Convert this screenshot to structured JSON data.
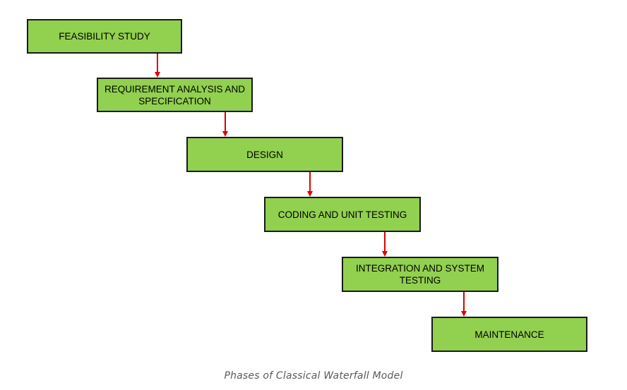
{
  "diagram": {
    "box_fill": "#92D050",
    "box_border": "#1A1A1A",
    "arrow_color": "#E00000",
    "phases": [
      {
        "label": "FEASIBILITY STUDY"
      },
      {
        "label": "REQUIREMENT ANALYSIS AND SPECIFICATION"
      },
      {
        "label": "DESIGN"
      },
      {
        "label": "CODING AND UNIT TESTING"
      },
      {
        "label": "INTEGRATION AND SYSTEM TESTING"
      },
      {
        "label": "MAINTENANCE"
      }
    ]
  },
  "caption": "Phases of Classical Waterfall Model"
}
